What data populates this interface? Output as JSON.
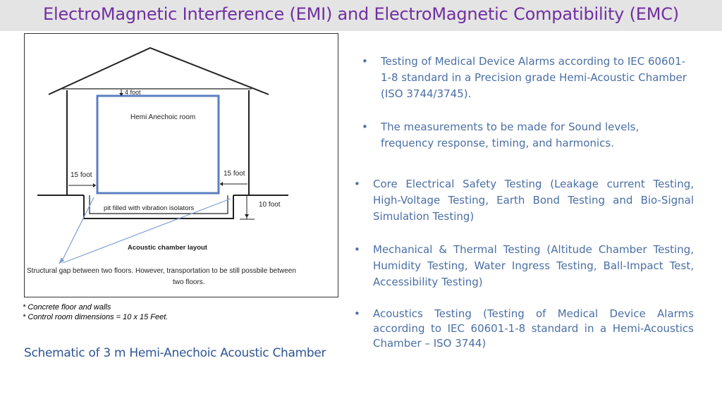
{
  "slide": {
    "title": "ElectroMagnetic Interference (EMI) and ElectroMagnetic Compatibility (EMC)"
  },
  "figure": {
    "label_top_gap": "4 foot",
    "label_room": "Hemi Anechoic room",
    "label_left_gap": "15 foot",
    "label_right_gap": "15 foot",
    "label_pit": "pit filled with vibration isolators",
    "label_depth": "10 foot",
    "label_layout": "Acoustic chamber layout",
    "structural_note_line1": "Structural gap between two floors. However, transportation to be still possbile between",
    "structural_note_line2": "two floors."
  },
  "notes": [
    "*  Concrete floor and walls",
    "* Control room dimensions = 10 x 15 Feet."
  ],
  "caption": "Schematic of 3 m Hemi-Anechoic Acoustic Chamber",
  "bullet_symbol": "•",
  "bullets": [
    "Testing of Medical Device Alarms according to IEC 60601-1-8 standard in a Precision grade Hemi-Acoustic Chamber (ISO 3744/3745).",
    "The measurements to be made for Sound levels, frequency response, timing, and harmonics.",
    "Core Electrical Safety Testing (Leakage current Testing, High-Voltage Testing, Earth Bond Testing and Bio-Signal Simulation Testing)",
    "Mechanical & Thermal Testing (Altitude Chamber Testing, Humidity Testing, Water Ingress Testing, Ball-Impact Test, Accessibility Testing)",
    "Acoustics Testing (Testing of Medical Device Alarms according to IEC 60601-1-8 standard in a Hemi-Acoustics Chamber – ISO 3744)"
  ],
  "colors": {
    "title": "#7030a0",
    "title_bar": "#e4e4e4",
    "bullet_text": "#4a6fa5",
    "caption": "#2e5597",
    "room_outline": "#5b7fbf"
  }
}
